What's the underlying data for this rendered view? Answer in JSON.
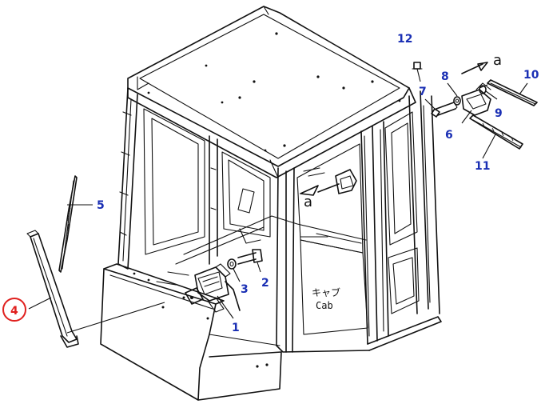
{
  "colors": {
    "part_number": "#1a2fb4",
    "highlight_circle": "#e0201e",
    "line": "#111111"
  },
  "labels": {
    "p1": "1",
    "p2": "2",
    "p3": "3",
    "p4": "4",
    "p5": "5",
    "p6": "6",
    "p7": "7",
    "p8": "8",
    "p9": "9",
    "p10": "10",
    "p11": "11",
    "p12": "12",
    "ref_a_top": "a",
    "ref_a_mid": "a",
    "cab_jp": "キャブ",
    "cab_en": "Cab"
  }
}
